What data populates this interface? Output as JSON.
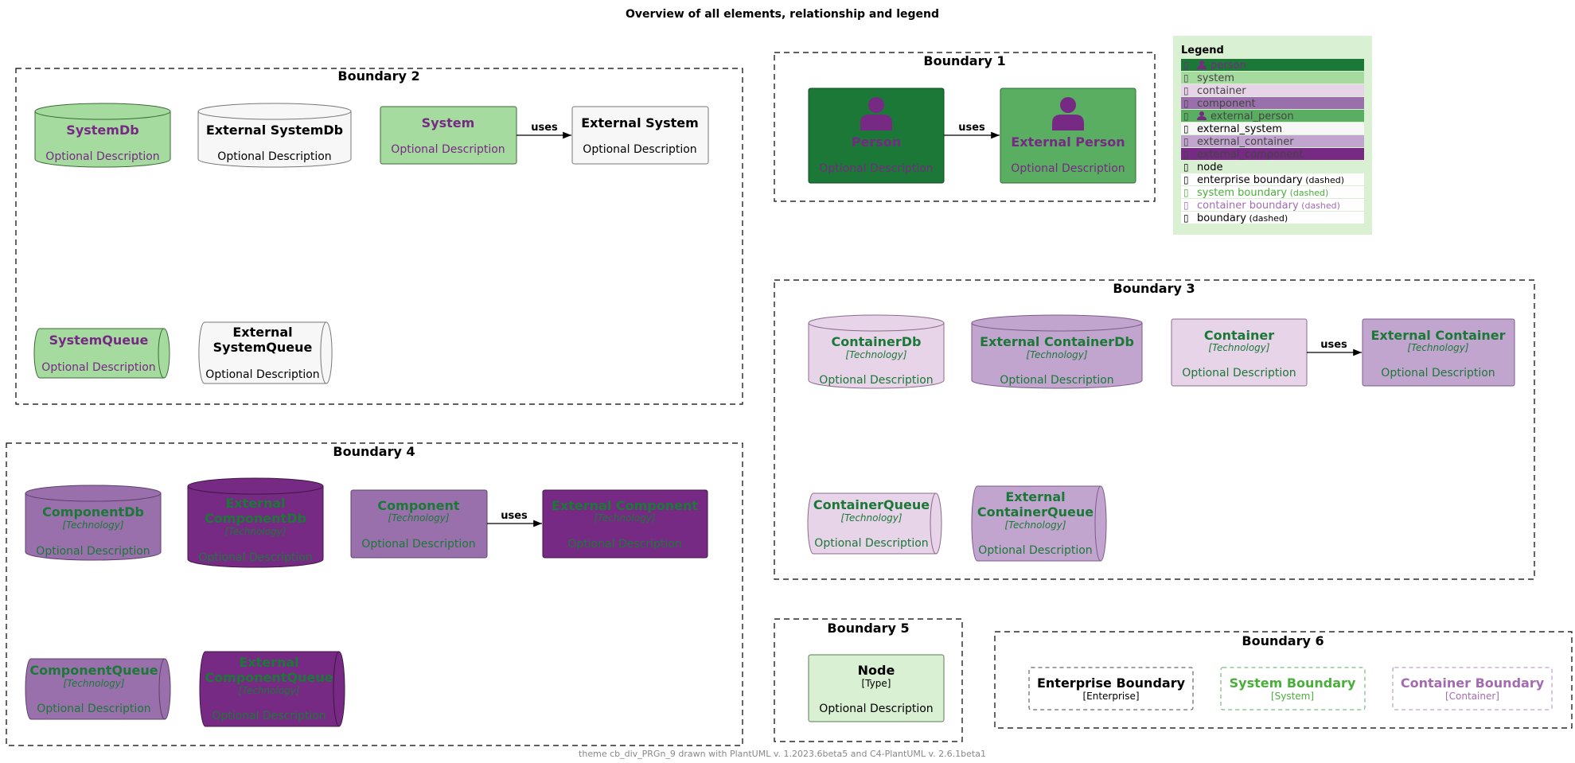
{
  "title": "Overview of all elements, relationship and legend",
  "footer": "theme cb_div_PRGn_9 drawn with PlantUML v. 1.2023.6beta5 and C4-PlantUML v. 2.6.1beta1",
  "colors": {
    "person": "#1B7837",
    "external_person": "#5AAE61",
    "system": "#A6DBA0",
    "external_system": "#F7F7F7",
    "container": "#E7D4E8",
    "external_container": "#C2A5CF",
    "component": "#9970AB",
    "external_component": "#762A83",
    "node": "#D9F0D3",
    "purple_text": "#762A83",
    "green_text": "#1B7837",
    "system_boundary": "#5AAE61",
    "container_boundary": "#9970AB"
  },
  "boundaries": {
    "b1": "Boundary 1",
    "b2": "Boundary 2",
    "b3": "Boundary 3",
    "b4": "Boundary 4",
    "b5": "Boundary 5",
    "b6": "Boundary 6"
  },
  "rel": {
    "uses": "uses"
  },
  "common": {
    "desc": "Optional Description",
    "tech": "[Technology]"
  },
  "elements": {
    "person": "Person",
    "external_person": "External Person",
    "system_db": "SystemDb",
    "external_system_db": "External SystemDb",
    "system": "System",
    "external_system": "External System",
    "system_queue": "SystemQueue",
    "external_system_queue_l1": "External",
    "external_system_queue_l2": "SystemQueue",
    "container_db": "ContainerDb",
    "external_container_db": "External ContainerDb",
    "container": "Container",
    "external_container": "External Container",
    "container_queue": "ContainerQueue",
    "external_container_queue_l1": "External",
    "external_container_queue_l2": "ContainerQueue",
    "component_db": "ComponentDb",
    "external_component_db_l1": "External",
    "external_component_db_l2": "ComponentDb",
    "component": "Component",
    "external_component": "External Component",
    "component_queue": "ComponentQueue",
    "external_component_queue_l1": "External",
    "external_component_queue_l2": "ComponentQueue",
    "node": "Node",
    "node_type": "[Type]",
    "enterprise_boundary": "Enterprise Boundary",
    "enterprise_tag": "[Enterprise]",
    "system_boundary": "System Boundary",
    "system_tag": "[System]",
    "container_boundary": "Container Boundary",
    "container_tag": "[Container]"
  },
  "legend": {
    "title": "Legend",
    "items": [
      {
        "label": "person",
        "glyph": "▯",
        "person_icon": true
      },
      {
        "label": "system",
        "glyph": "▯"
      },
      {
        "label": "container",
        "glyph": "▯"
      },
      {
        "label": "component",
        "glyph": "▯"
      },
      {
        "label": "external_person",
        "glyph": "▯",
        "person_icon": true
      },
      {
        "label": "external_system",
        "glyph": "▯"
      },
      {
        "label": "external_container",
        "glyph": "▯"
      },
      {
        "label": "external_component",
        "glyph": "▯"
      },
      {
        "label": "node",
        "glyph": "▯"
      },
      {
        "label": "enterprise boundary",
        "suffix": "(dashed)",
        "glyph": "▯"
      },
      {
        "label": "system boundary",
        "suffix": "(dashed)",
        "glyph": "▯"
      },
      {
        "label": "container boundary",
        "suffix": "(dashed)",
        "glyph": "▯"
      },
      {
        "label": "boundary",
        "suffix": "(dashed)",
        "glyph": "▯"
      }
    ]
  }
}
